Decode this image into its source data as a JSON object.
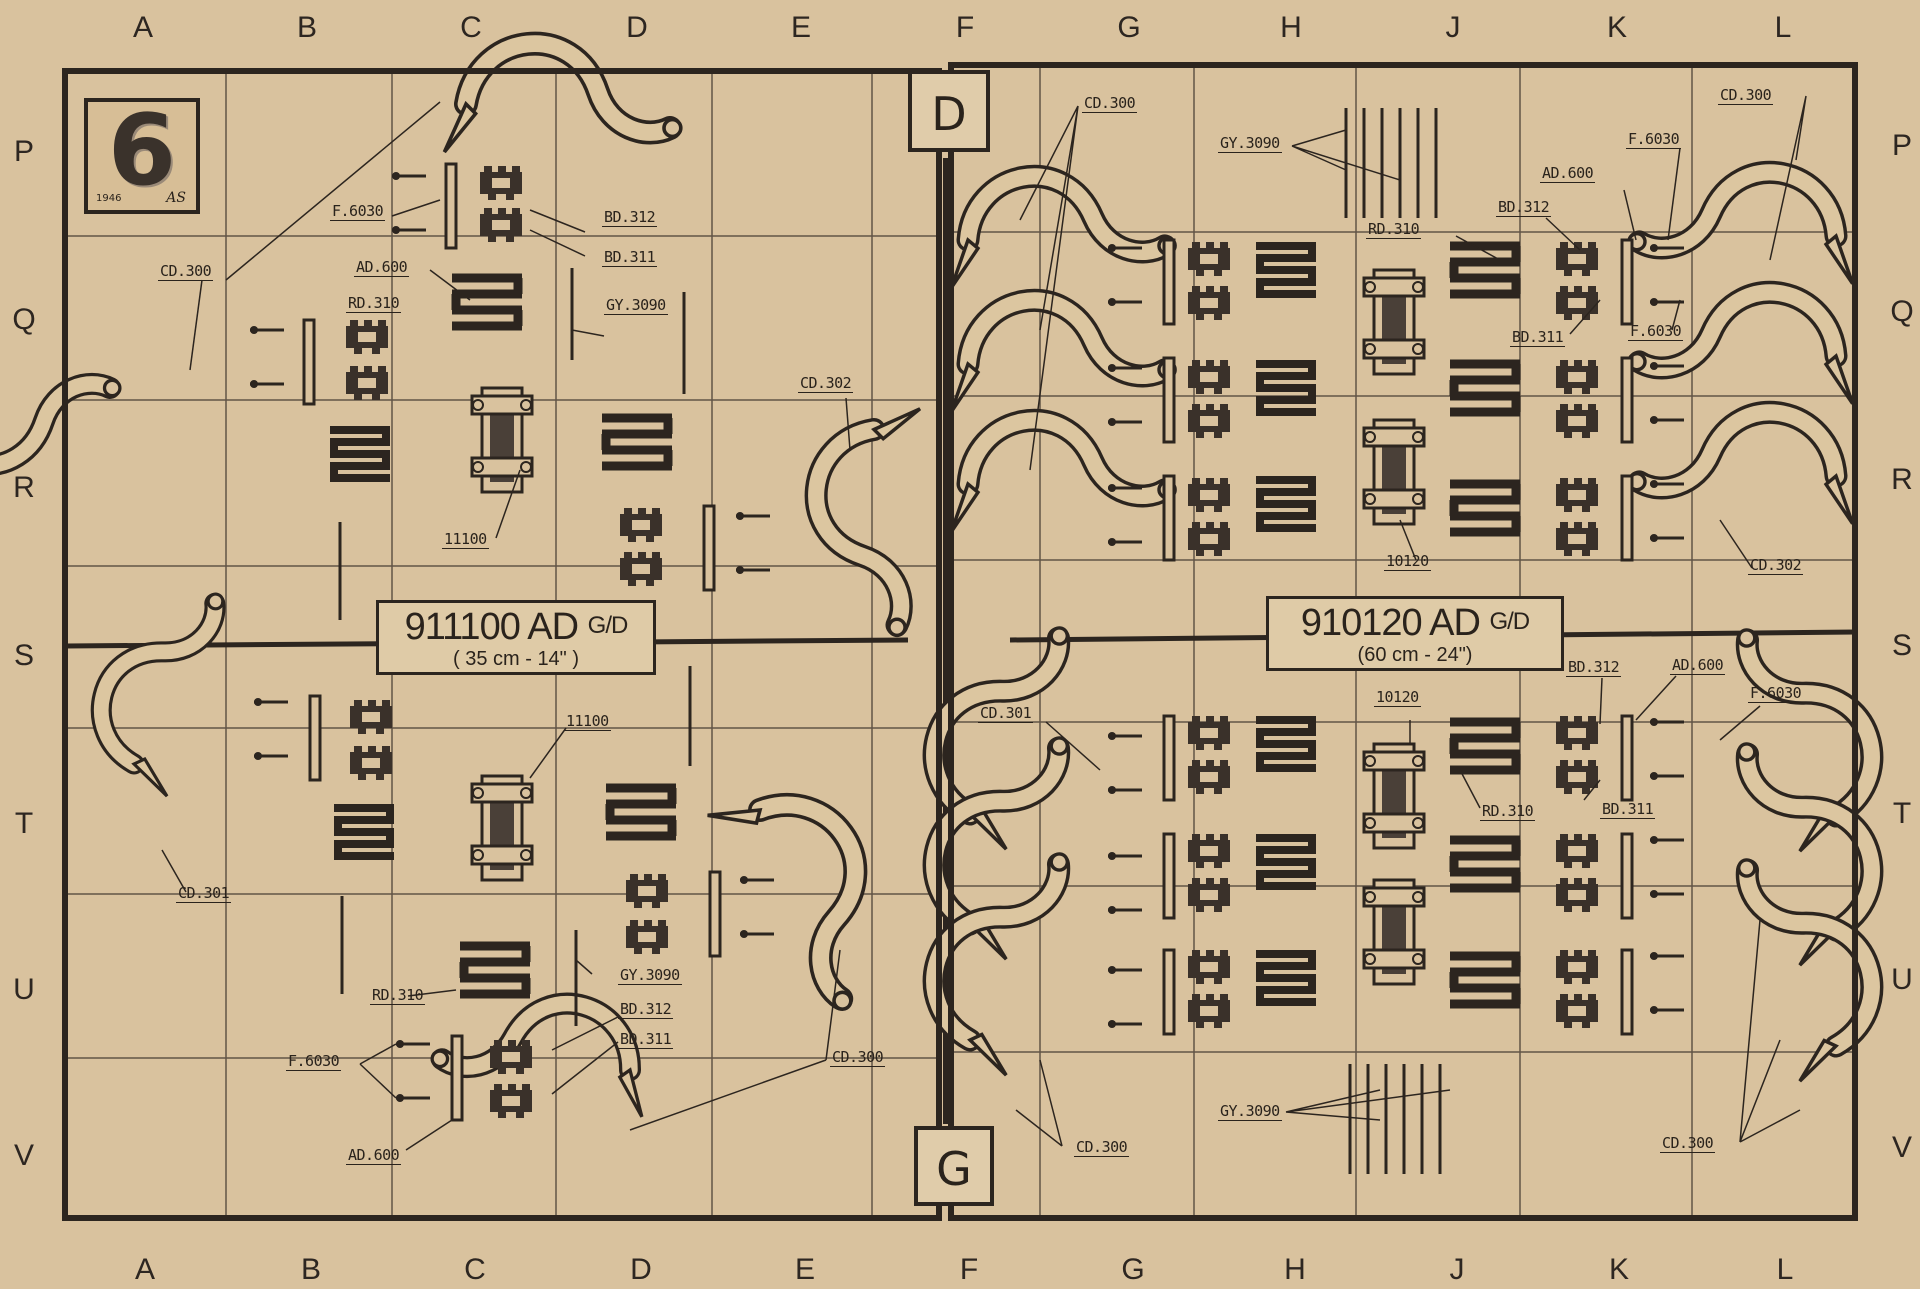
{
  "columns": [
    "A",
    "B",
    "C",
    "D",
    "E",
    "F",
    "G",
    "H",
    "J",
    "K",
    "L"
  ],
  "rows": [
    "P",
    "Q",
    "R",
    "S",
    "T",
    "U",
    "V"
  ],
  "plate": {
    "number": "6",
    "year": "1946",
    "mark": "AS"
  },
  "boxes": {
    "right_side": "D",
    "left_side": "G"
  },
  "kit_left": {
    "code": "911100 AD",
    "suffix": "G/D",
    "size": "( 35 cm - 14\" )"
  },
  "kit_right": {
    "code": "910120 AD",
    "suffix": "G/D",
    "size": "(60 cm - 24\")"
  },
  "labels": {
    "l_cd300_top": "CD.300",
    "l_f6030_top": "F.6030",
    "l_ad600_top": "AD.600",
    "l_bd312_top": "BD.312",
    "l_bd311_top": "BD.311",
    "l_rd310_top": "RD.310",
    "l_gy3090_top": "GY.3090",
    "l_cd302": "CD.302",
    "l_11100_top": "11100",
    "l_11100_bot": "11100",
    "l_cd301": "CD.301",
    "l_rd310_bot": "RD.310",
    "l_gy3090_bot": "GY.3090",
    "l_bd312_bot": "BD.312",
    "l_bd311_bot": "BD.311",
    "l_f6030_bot": "F.6030",
    "l_ad600_bot": "AD.600",
    "l_cd300_bot": "CD.300",
    "r_cd300_top": "CD.300",
    "r_gy3090_top": "GY.3090",
    "r_cd300_tr": "CD.300",
    "r_f6030_top": "F.6030",
    "r_ad600_top": "AD.600",
    "r_bd312_top": "BD.312",
    "r_rd310_top": "RD.310",
    "r_bd311_top": "BD.311",
    "r_f6030_q": "F.6030",
    "r_10120_top": "10120",
    "r_cd302": "CD.302",
    "r_cd301": "CD.301",
    "r_10120_bot": "10120",
    "r_bd312_bot": "BD.312",
    "r_ad600_bot": "AD.600",
    "r_f6030_bot": "F.6030",
    "r_rd310_bot": "RD.310",
    "r_bd311_bot": "BD.311",
    "r_gy3090_bot": "GY.3090",
    "r_cd300_bl": "CD.300",
    "r_cd300_br": "CD.300"
  }
}
